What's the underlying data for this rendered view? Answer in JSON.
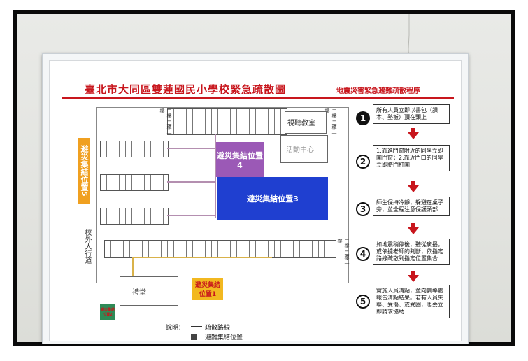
{
  "poster": {
    "title": "臺北市大同區雙蓮國民小學校緊急疏散圖",
    "procedure_title": "地震災害緊急避難疏散程序",
    "zones": {
      "z1": "避災集結位置1",
      "z2": "避災集結位置2",
      "z3": "避災集結位置3",
      "z4": "避災集結位置4",
      "z5": "避災集結位置5"
    },
    "labels": {
      "av_room": "視聽教室",
      "activity_center": "活動中心",
      "auditorium": "禮堂",
      "sidewalk": "校外人行道",
      "floors_a": "三樓 二樓 一樓",
      "floors_b": "三樓 二樓 一樓",
      "floors_c": "三樓 二樓 一樓"
    },
    "legend": {
      "heading": "說明：",
      "route": "疏散路線",
      "assembly": "避難集結位置"
    },
    "steps": [
      {
        "num": "1",
        "text": "所有人員立即以書包（課本、墊板）頂在頭上"
      },
      {
        "num": "2",
        "text": "1.靠進門窗附近的同學立即開門窗；2.靠近門口的同學立即將門打開"
      },
      {
        "num": "3",
        "text": "師生保持冷靜，躲避在桌子旁，並全程注意保護頭部"
      },
      {
        "num": "4",
        "text": "如地震稍停後，聽從廣播，或依據老師的判斷，依指定路線疏散到指定位置集合"
      },
      {
        "num": "5",
        "text": "實施人員清點，並向訓導處報告清點結果。若有人員失聯、受傷、或受困，也要立即請求協助"
      }
    ]
  },
  "colors": {
    "title_red": "#c8161d",
    "zone_orange": "#f0a020",
    "zone_purple": "#9b59b6",
    "zone_blue": "#1f3fd0",
    "zone_yellow": "#f2b820",
    "zone_green": "#2e8b57"
  }
}
